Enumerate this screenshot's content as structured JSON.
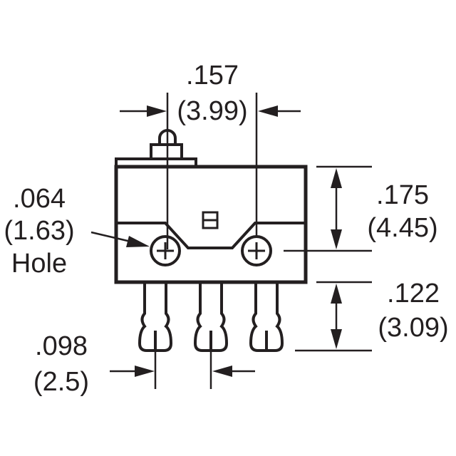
{
  "dimensions": {
    "actuator_spacing": {
      "inch": ".157",
      "mm": "(3.99)"
    },
    "hole": {
      "inch": ".064",
      "mm": "(1.63)",
      "label": "Hole"
    },
    "hole_height": {
      "inch": ".175",
      "mm": "(4.45)"
    },
    "terminal_length": {
      "inch": ".122",
      "mm": "(3.09)"
    },
    "terminal_pitch": {
      "inch": ".098",
      "mm": "(2.5)"
    }
  },
  "colors": {
    "line": "#231f20",
    "background": "#ffffff"
  },
  "icons": {
    "mounting_hole": "crosshair-plus-circle",
    "arrow": "dimension-arrowhead"
  }
}
